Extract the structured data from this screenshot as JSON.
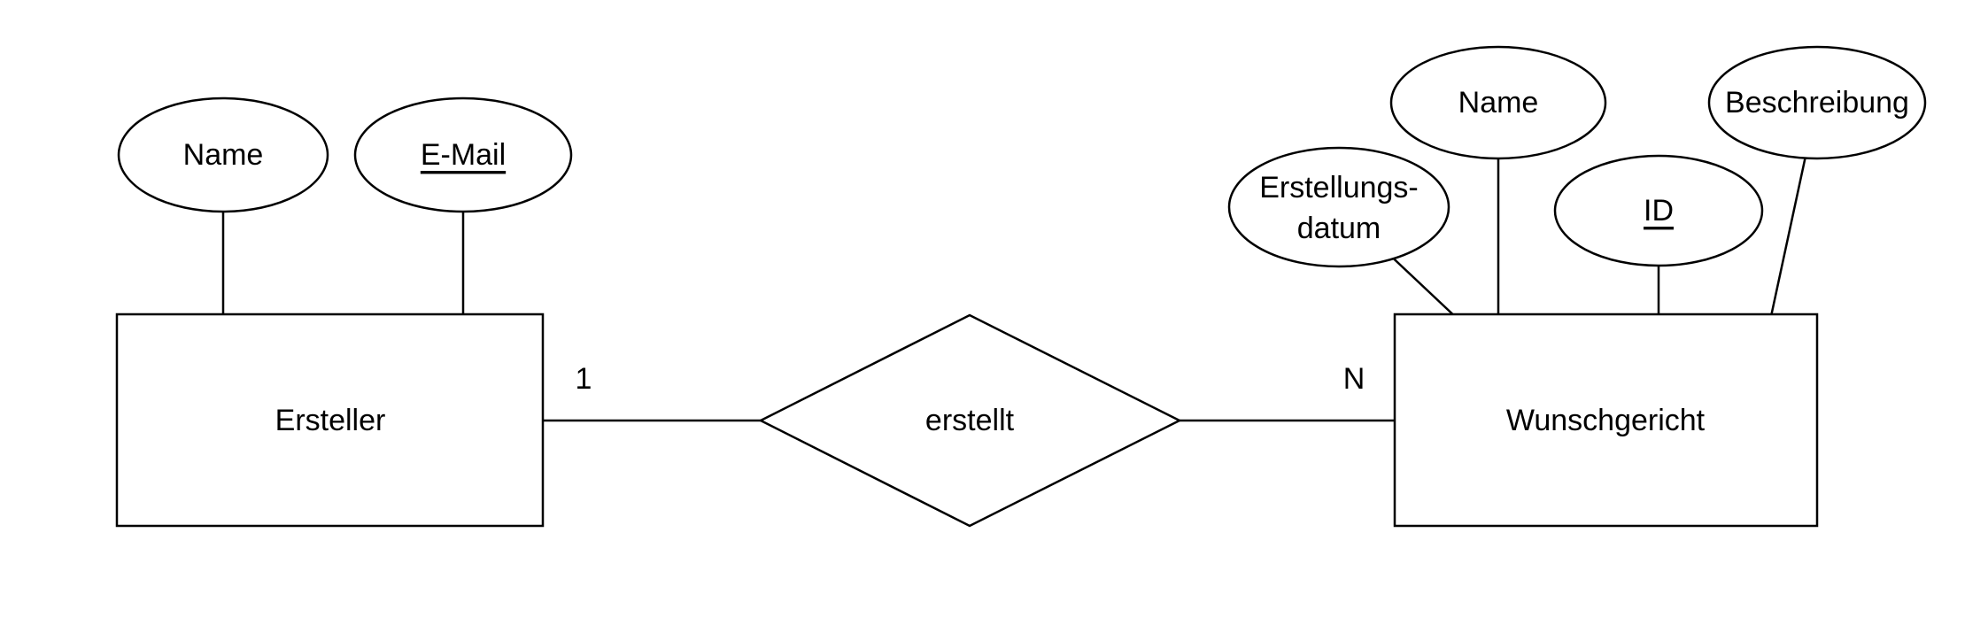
{
  "diagram_type": "entity-relationship",
  "colors": {
    "stroke": "#000000",
    "background": "#ffffff",
    "text": "#000000"
  },
  "entities": {
    "ersteller": {
      "label": "Ersteller"
    },
    "wunschgericht": {
      "label": "Wunschgericht"
    }
  },
  "relationship": {
    "label": "erstellt",
    "left_cardinality": "1",
    "right_cardinality": "N"
  },
  "attributes": {
    "ersteller_name": {
      "label": "Name",
      "key": false
    },
    "ersteller_email": {
      "label": "E-Mail",
      "key": true
    },
    "wunschgericht_erstellungsdatum": {
      "line1": "Erstellungs-",
      "line2": "datum",
      "key": false
    },
    "wunschgericht_name": {
      "label": "Name",
      "key": false
    },
    "wunschgericht_id": {
      "label": "ID",
      "key": true
    },
    "wunschgericht_beschreibung": {
      "label": "Beschreibung",
      "key": false
    }
  }
}
